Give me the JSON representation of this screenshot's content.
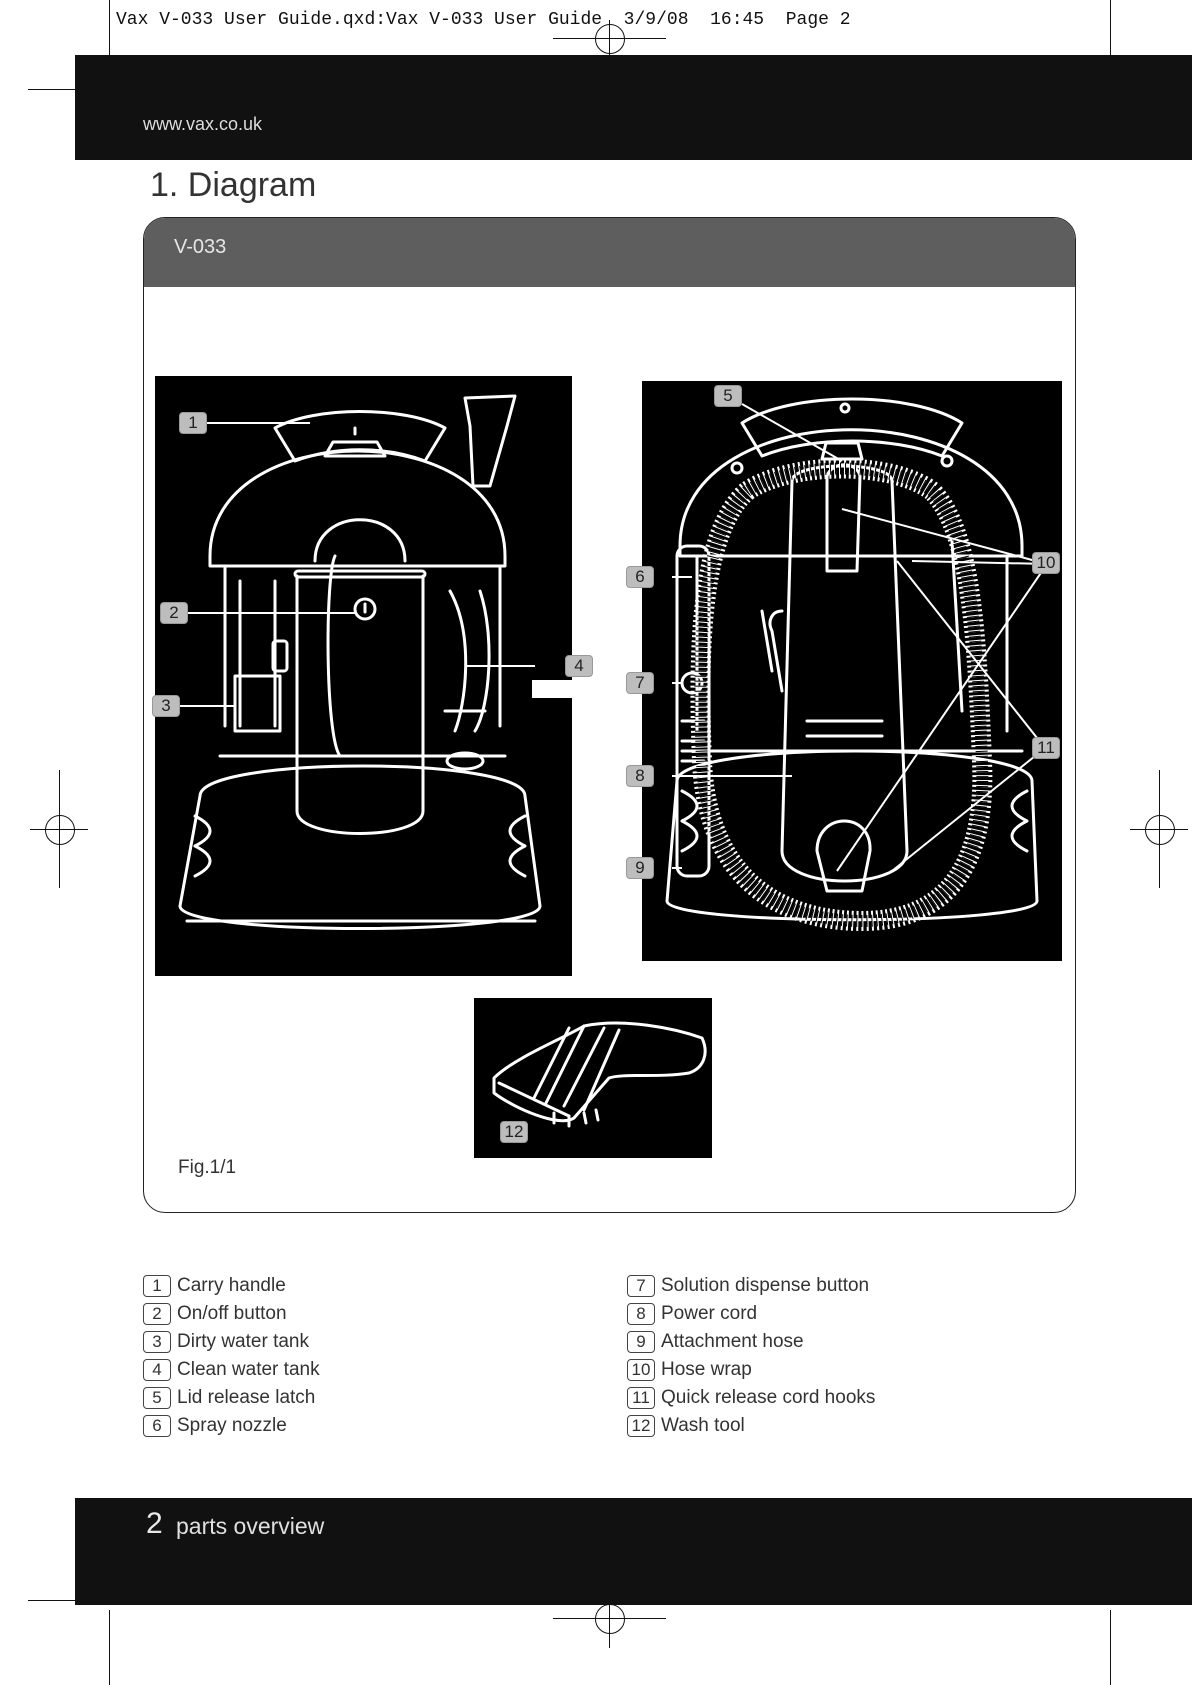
{
  "print_slug": "Vax V-033 User Guide.qxd:Vax V-033 User Guide  3/9/08  16:45  Page 2",
  "header": {
    "website": "www.vax.co.uk"
  },
  "section_title": "1. Diagram",
  "panel": {
    "model": "V-033",
    "figure_caption": "Fig.1/1"
  },
  "callouts": {
    "front": [
      "1",
      "2",
      "3",
      "4"
    ],
    "rear": [
      "5",
      "6",
      "7",
      "8",
      "9",
      "10",
      "11"
    ],
    "tool": [
      "12"
    ]
  },
  "parts": [
    {
      "num": "1",
      "label": "Carry handle"
    },
    {
      "num": "2",
      "label": "On/off button"
    },
    {
      "num": "3",
      "label": "Dirty water tank"
    },
    {
      "num": "4",
      "label": "Clean water tank"
    },
    {
      "num": "5",
      "label": "Lid release latch"
    },
    {
      "num": "6",
      "label": "Spray nozzle"
    },
    {
      "num": "7",
      "label": "Solution dispense button"
    },
    {
      "num": "8",
      "label": "Power cord"
    },
    {
      "num": "9",
      "label": "Attachment hose"
    },
    {
      "num": "10",
      "label": "Hose wrap"
    },
    {
      "num": "11",
      "label": "Quick release cord hooks"
    },
    {
      "num": "12",
      "label": "Wash tool"
    }
  ],
  "footer": {
    "page_number": "2",
    "section": "parts overview"
  }
}
